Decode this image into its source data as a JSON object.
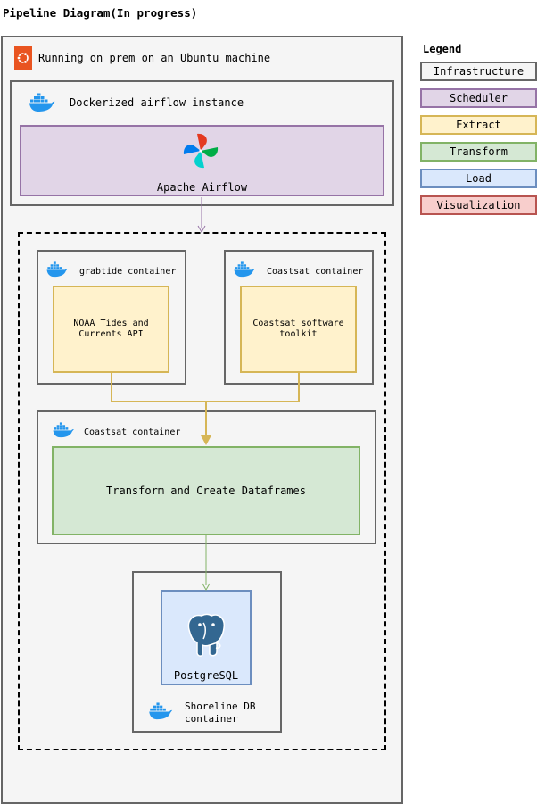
{
  "title": "Pipeline Diagram(In progress)",
  "host": {
    "label": "Running on prem on an Ubuntu machine",
    "icon": "ubuntu-icon"
  },
  "airflow_container": {
    "label": "Dockerized airflow instance",
    "icon": "docker-icon"
  },
  "airflow": {
    "label": "Apache Airflow",
    "icon": "airflow-icon"
  },
  "grabtide_container": {
    "label": "grabtide container",
    "icon": "docker-icon"
  },
  "noaa": {
    "label": "NOAA Tides and\nCurrents API"
  },
  "coastsat_container_top": {
    "label": "Coastsat container",
    "icon": "docker-icon"
  },
  "coastsat_toolkit": {
    "label": "Coastsat software\ntoolkit"
  },
  "coastsat_container_mid": {
    "label": "Coastsat container",
    "icon": "docker-icon"
  },
  "transform": {
    "label": "Transform and Create Dataframes"
  },
  "postgres": {
    "label": "PostgreSQL",
    "icon": "postgresql-icon"
  },
  "shoreline": {
    "label": "Shoreline DB\ncontainer",
    "icon": "docker-icon"
  },
  "legend": {
    "title": "Legend",
    "items": [
      "Infrastructure",
      "Scheduler",
      "Extract",
      "Transform",
      "Load",
      "Visualization"
    ]
  },
  "colors": {
    "infrastructure_fill": "#f5f5f5",
    "infrastructure_stroke": "#666666",
    "scheduler_fill": "#e1d5e7",
    "scheduler_stroke": "#9673a6",
    "extract_fill": "#fff2cc",
    "extract_stroke": "#d6b656",
    "transform_fill": "#d5e8d4",
    "transform_stroke": "#82b366",
    "load_fill": "#dae8fc",
    "load_stroke": "#6c8ebf",
    "visualization_fill": "#f8cecc",
    "visualization_stroke": "#b85450",
    "docker_blue": "#2496ed",
    "ubuntu_orange": "#e95420"
  }
}
